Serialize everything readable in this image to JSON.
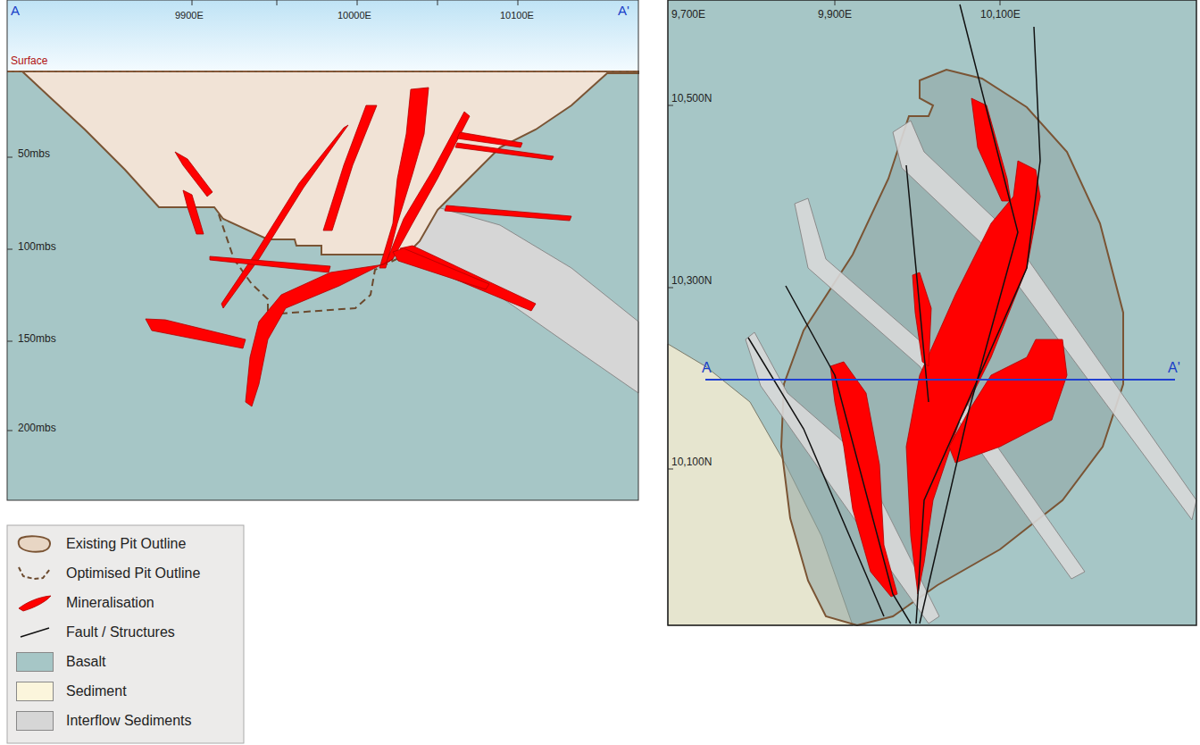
{
  "diagram": {
    "labels": [
      "A",
      "9900E",
      "10000E",
      "10100E",
      "A'",
      "Surface",
      "50mbs",
      "100mbs",
      "150mbs",
      "200mbs",
      "9,700E",
      "9,900E",
      "10,100E",
      "10,500N",
      "10,300N",
      "10,100N",
      "A",
      "A'"
    ],
    "legend": [
      {
        "text": "Existing Pit Outline"
      },
      {
        "text": "Optimised Pit Outline"
      },
      {
        "text": "Mineralisation"
      },
      {
        "text": "Fault / Structures"
      },
      {
        "text": "Basalt",
        "color": "#a6c6c6"
      },
      {
        "text": "Sediment",
        "color": "#fbf5dc"
      },
      {
        "text": "Interflow Sediments",
        "color": "#d6d6d6"
      }
    ]
  }
}
